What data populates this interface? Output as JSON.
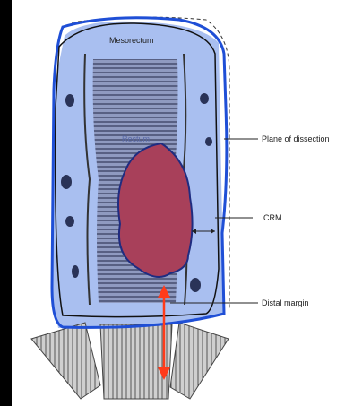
{
  "labels": {
    "mesorectum": "Mesorectum",
    "rectum": "Rectum",
    "plane_of_dissection": "Plane of dissection",
    "crm": "CRM",
    "distal_margin": "Distal margin"
  },
  "colors": {
    "mesorectum_fill": "#a9bff0",
    "outline_blue": "#1f4fd6",
    "tumour": "#a8405a",
    "arrow": "#ff3b1a",
    "ink": "#333333",
    "background_left": "#000000"
  }
}
